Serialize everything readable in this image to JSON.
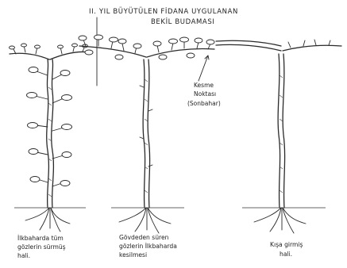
{
  "diagram": {
    "title_line1": "II. YIL BÜYÜTÜLEN FİDANA UYGULANAN",
    "title_line2": "BEKİL BUDAMASI",
    "cut_label": {
      "line1": "Kesme",
      "line2": "Noktası",
      "line3": "(Sonbahar)"
    },
    "captions": {
      "left": [
        "İlkbaharda tüm",
        "gözlerin sürmüş",
        "hali."
      ],
      "middle": [
        "Gövdeden süren",
        "gözlerin İlkbaharda",
        "kesilmesi"
      ],
      "right": [
        "Kışa girmiş",
        "hali."
      ]
    }
  }
}
